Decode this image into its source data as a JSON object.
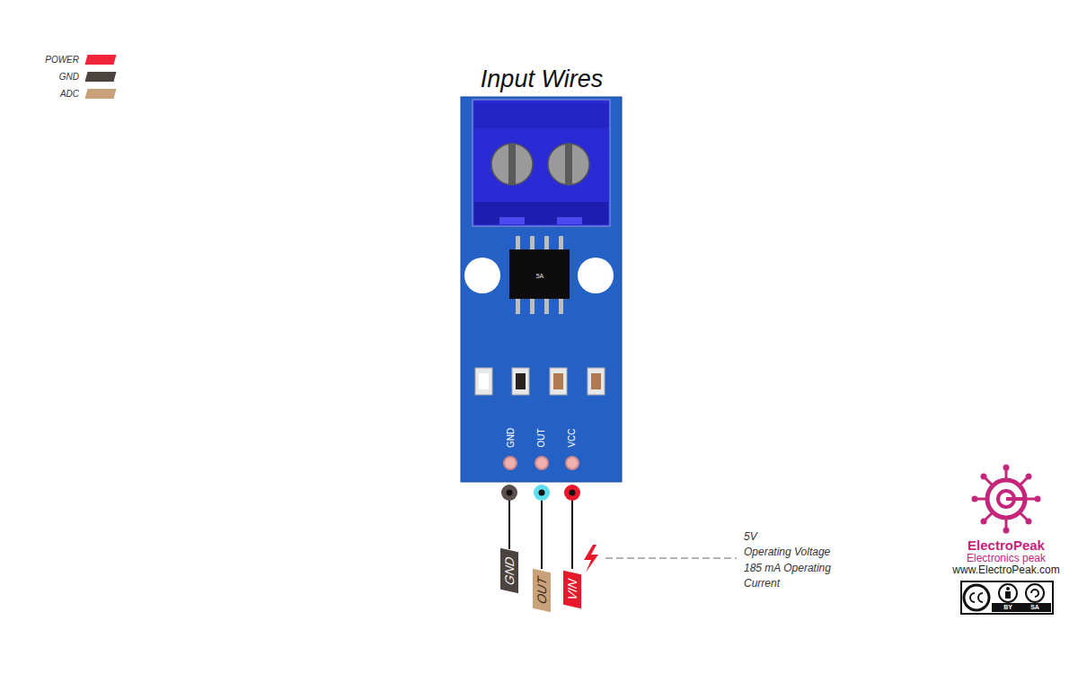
{
  "diagram": {
    "title": "Input Wires",
    "nodes": [
      {
        "text": [
          "GND"
        ]
      },
      {
        "text": [
          "OUT"
        ]
      },
      {
        "text": [
          "VIN"
        ]
      }
    ],
    "labels": [
      "5A",
      "GND",
      "OUT",
      "VCC",
      "5V",
      "Operating Voltage",
      "185 mA Operating Current",
      "ElectroPeak",
      "Electronics peak",
      "www.ElectroPeak.com",
      "BY",
      "SA"
    ],
    "legend": [
      {
        "text": "POWER",
        "color": "#f0243a"
      },
      {
        "text": "GND",
        "color": "#4a4340"
      },
      {
        "text": "ADC",
        "color": "#c9a27a"
      }
    ]
  }
}
